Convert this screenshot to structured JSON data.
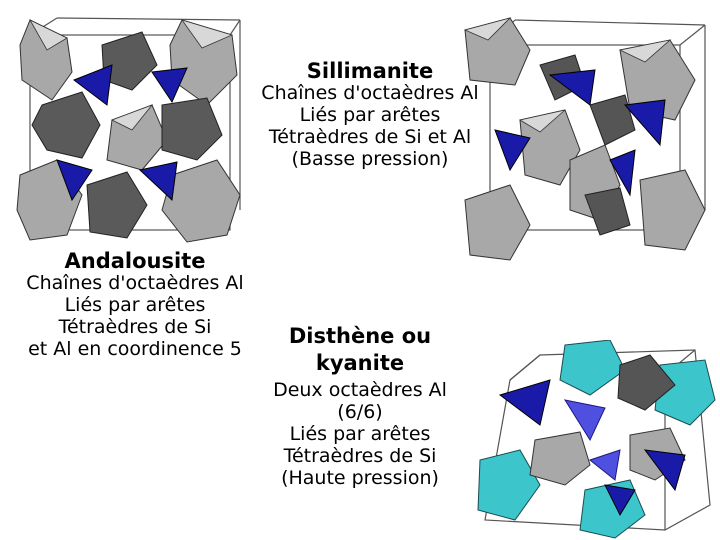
{
  "sillimanite": {
    "title": "Sillimanite",
    "lines": [
      "Chaînes d'octaèdres Al",
      "Liés par arêtes",
      "Tétraèdres de Si et Al",
      "(Basse pression)"
    ]
  },
  "andalousite": {
    "title": "Andalousite",
    "lines": [
      "Chaînes d'octaèdres Al",
      "Liés par arêtes",
      "Tétraèdres de Si",
      "et Al en coordinence 5"
    ]
  },
  "disthene": {
    "title_lines": [
      "Disthène ou",
      "kyanite"
    ],
    "lines": [
      "Deux octaèdres Al",
      "(6/6)",
      "Liés par arêtes",
      "Tétraèdres de Si",
      "(Haute pression)"
    ]
  },
  "colors": {
    "octahedron_light": "#a6a6a6",
    "octahedron_dark": "#5a5a5a",
    "tetrahedron_blue": "#1a1aa8",
    "octahedron_cyan": "#3cc6cc",
    "cell_edges": "#555555"
  }
}
